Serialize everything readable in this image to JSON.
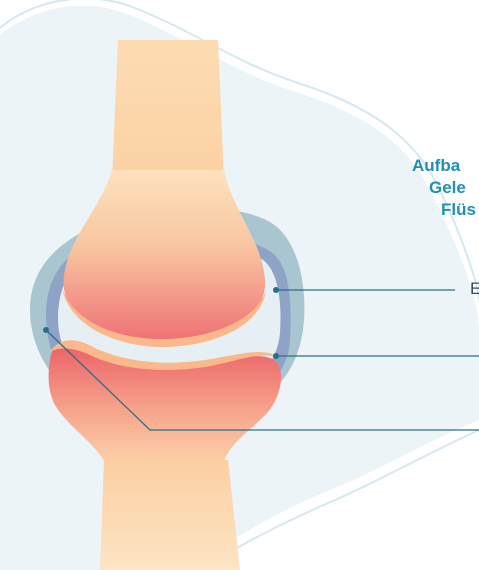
{
  "title_lines": [
    "Aufba",
    "Gele",
    "Flüs"
  ],
  "labels": {
    "capsule": "E"
  },
  "colors": {
    "title": "#1f8fb4",
    "leader_line": "#2a6f85",
    "background_blob": "#ecf4f7",
    "capsule": "#a7c4cf",
    "synovial_membrane": "#98a8c8",
    "bone": "#fddcb0",
    "cartilage": "#f08a7e"
  }
}
